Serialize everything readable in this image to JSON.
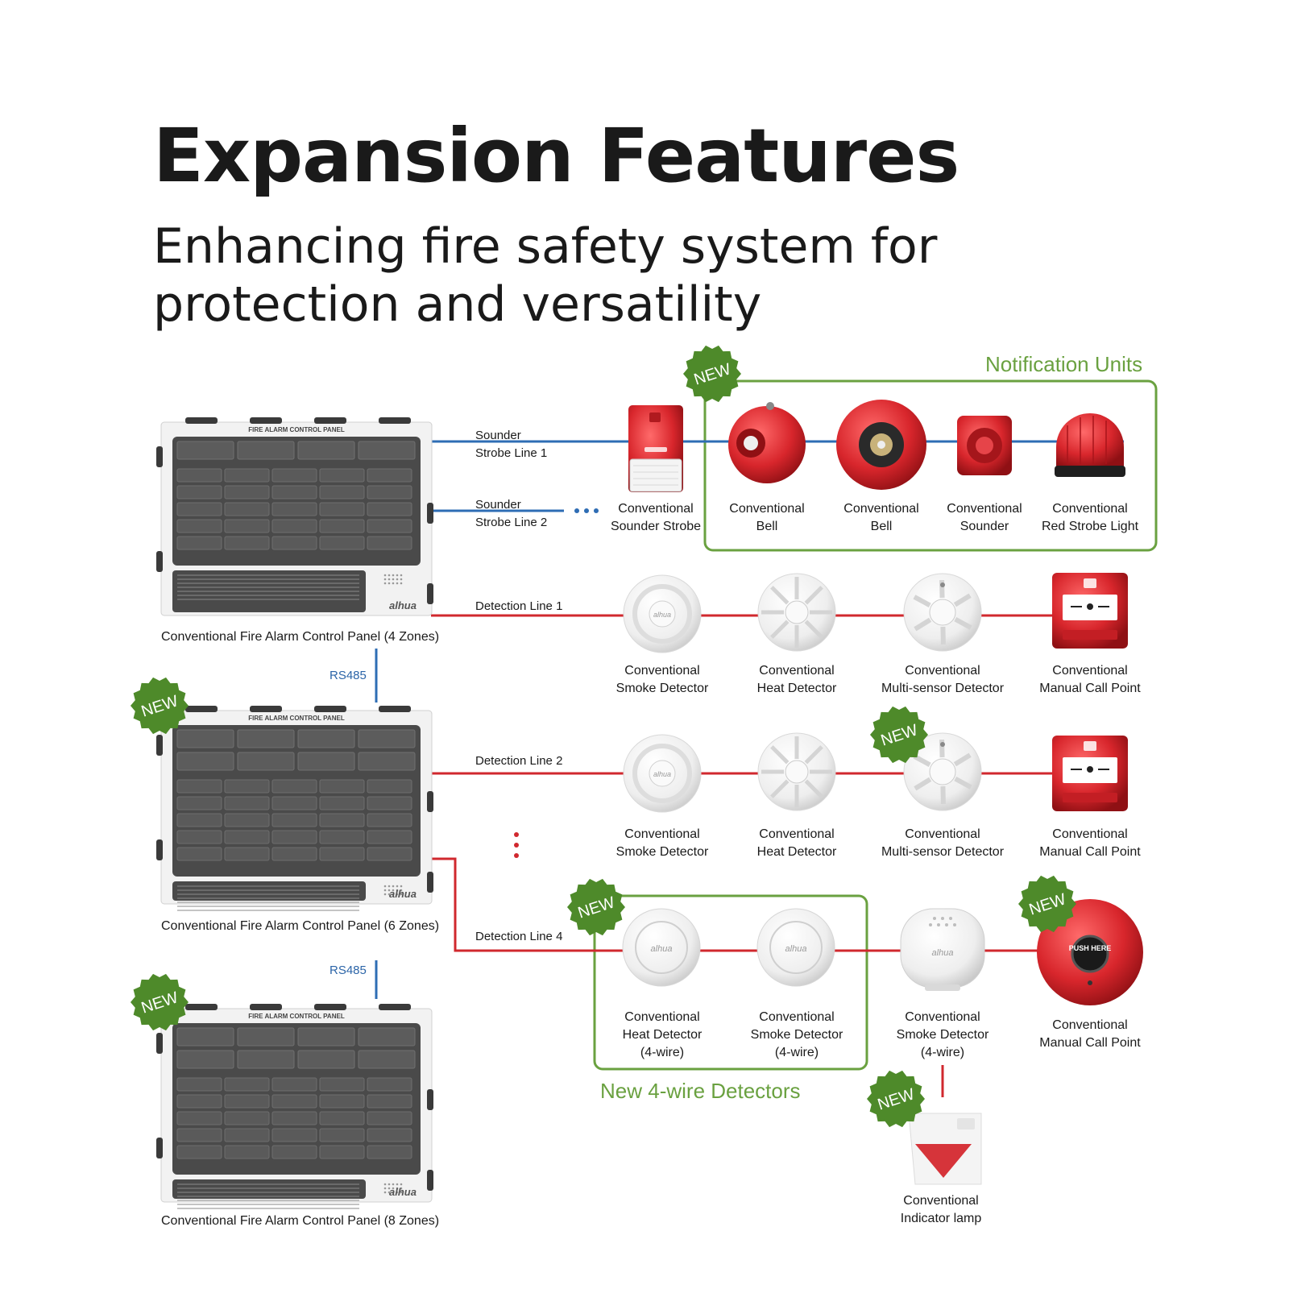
{
  "header": {
    "title": "Expansion Features",
    "subtitle": "Enhancing fire safety system for protection and versatility"
  },
  "badge_text": "NEW",
  "brand": "alhua",
  "panel_heading": "FIRE ALARM CONTROL PANEL",
  "panels": [
    {
      "caption": "Conventional Fire Alarm Control Panel (4 Zones)"
    },
    {
      "caption": "Conventional Fire Alarm Control Panel (6 Zones)"
    },
    {
      "caption": "Conventional Fire Alarm Control Panel (8 Zones)"
    }
  ],
  "links": [
    "RS485",
    "RS485"
  ],
  "lines": {
    "sounder1": [
      "Sounder",
      "Strobe Line 1"
    ],
    "sounder2": [
      "Sounder",
      "Strobe Line 2"
    ],
    "det1": "Detection Line 1",
    "det2": "Detection Line 2",
    "det4": "Detection Line 4"
  },
  "groups": {
    "notification": "Notification Units",
    "four_wire": "New 4-wire Detectors"
  },
  "devices": {
    "sounder_strobe": [
      "Conventional",
      "Sounder Strobe"
    ],
    "bell1": [
      "Conventional",
      "Bell"
    ],
    "bell2": [
      "Conventional",
      "Bell"
    ],
    "sounder": [
      "Conventional",
      "Sounder"
    ],
    "red_strobe": [
      "Conventional",
      "Red Strobe Light"
    ],
    "r1_smoke": [
      "Conventional",
      "Smoke Detector"
    ],
    "r1_heat": [
      "Conventional",
      "Heat Detector"
    ],
    "r1_multi": [
      "Conventional",
      "Multi-sensor Detector"
    ],
    "r1_mcp": [
      "Conventional",
      "Manual Call Point"
    ],
    "r2_smoke": [
      "Conventional",
      "Smoke Detector"
    ],
    "r2_heat": [
      "Conventional",
      "Heat Detector"
    ],
    "r2_multi": [
      "Conventional",
      "Multi-sensor Detector"
    ],
    "r2_mcp": [
      "Conventional",
      "Manual Call Point"
    ],
    "r4_heat": [
      "Conventional",
      "Heat Detector",
      "(4-wire)"
    ],
    "r4_smoke": [
      "Conventional",
      "Smoke Detector",
      "(4-wire)"
    ],
    "r4_smoke2": [
      "Conventional",
      "Smoke Detector",
      "(4-wire)"
    ],
    "r4_mcp": [
      "Conventional",
      "Manual Call Point"
    ],
    "indicator": [
      "Conventional",
      "Indicator lamp"
    ]
  },
  "mcp_text": "PUSH HERE",
  "colors": {
    "sounder_line": "#2e6db4",
    "detection_line": "#d0282e",
    "group_border": "#6aa140",
    "badge": "#4e8a2a",
    "device_red": "#d8262c",
    "panel_dark": "#4a4a4a"
  }
}
